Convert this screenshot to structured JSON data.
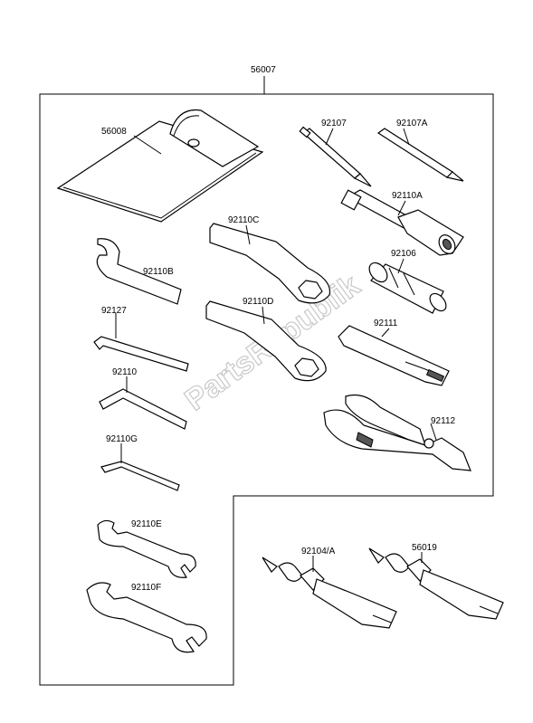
{
  "watermark": "PartsRepublik",
  "labels": {
    "kit": "56007",
    "pouch": "56008",
    "screwdriver_a": "92107",
    "screwdriver_b": "92107A",
    "socket_handle": "92110A",
    "socket": "92106",
    "ring_wrench_c": "92110C",
    "ring_wrench_d": "92110D",
    "hook_wrench": "92110B",
    "hex_key_a": "92127",
    "hex_key_b": "92110",
    "hex_key_c": "92110G",
    "extension_bar": "92111",
    "pliers": "92112",
    "open_wrench_e": "92110E",
    "open_wrench_f": "92110F",
    "tube_a": "92104/A",
    "tube_b": "56019"
  }
}
